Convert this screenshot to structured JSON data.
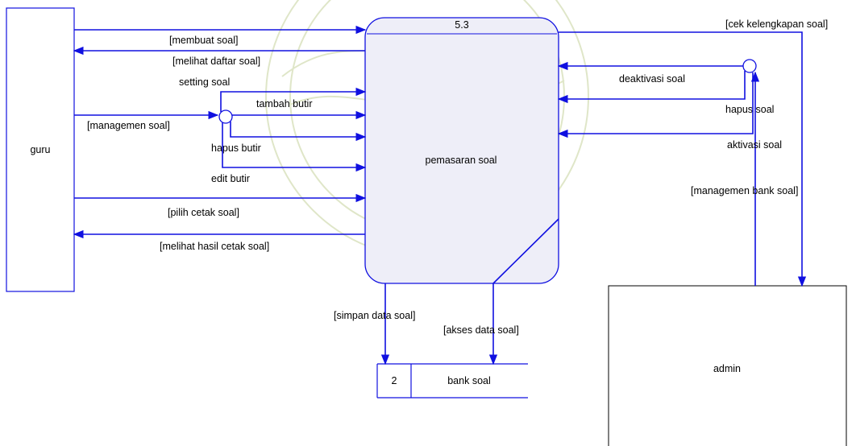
{
  "entities": {
    "guru": "guru",
    "admin": "admin"
  },
  "process": {
    "number": "5.3",
    "name": "pemasaran soal"
  },
  "datastore": {
    "id": "2",
    "name": "bank soal"
  },
  "flows": {
    "membuat_soal": "[membuat soal]",
    "melihat_daftar_soal": "[melihat daftar soal]",
    "setting_soal": "setting soal",
    "tambah_butir": "tambah butir",
    "managemen_soal": "[managemen soal]",
    "hapus_butir": "hapus butir",
    "edit_butir": "edit butir",
    "pilih_cetak_soal": "[pilih cetak soal]",
    "melihat_hasil_cetak_soal": "[melihat hasil cetak soal]",
    "simpan_data_soal": "[simpan data soal]",
    "akses_data_soal": "[akses data soal]",
    "cek_kelengkapan_soal": "[cek kelengkapan soal]",
    "deaktivasi_soal": "deaktivasi soal",
    "hapus_soal": "hapus soal",
    "aktivasi_soal": "aktivasi soal",
    "managemen_bank_soal": "[managemen bank soal]"
  },
  "colors": {
    "flow": "#1010e0",
    "entity_border": "#1010e0",
    "process_fill": "#eeeef8",
    "watermark": "#dfe6c8"
  }
}
